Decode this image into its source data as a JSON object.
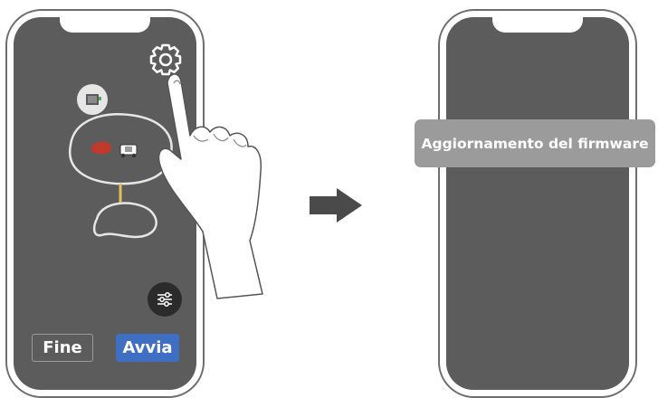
{
  "left_phone": {
    "buttons": {
      "fine_label": "Fine",
      "avvia_label": "Avvia"
    },
    "icons": {
      "settings": "gear-icon",
      "camera": "camera-icon",
      "adjust": "sliders-icon",
      "mower": "robot-mower-icon"
    }
  },
  "right_phone": {
    "tooltip_label": "Aggiornamento del firmware"
  },
  "colors": {
    "screen": "#5c5c5c",
    "accent_button": "#3f6fc2",
    "tooltip": "#9b9b9b",
    "zone_marker": "#c0392b",
    "path_line": "#e0c15a"
  }
}
